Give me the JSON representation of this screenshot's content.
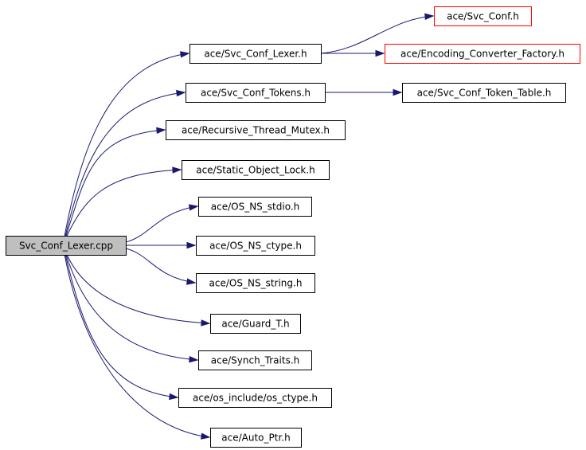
{
  "graph": {
    "nodes": [
      {
        "id": "n0",
        "label": "Svc_Conf_Lexer.cpp",
        "root": true
      },
      {
        "id": "n1",
        "label": "ace/Svc_Conf_Lexer.h"
      },
      {
        "id": "n2",
        "label": "ace/Svc_Conf.h",
        "border_color": "#ff0000"
      },
      {
        "id": "n3",
        "label": "ace/Encoding_Converter_Factory.h",
        "border_color": "#ff0000"
      },
      {
        "id": "n4",
        "label": "ace/Svc_Conf_Tokens.h"
      },
      {
        "id": "n5",
        "label": "ace/Svc_Conf_Token_Table.h"
      },
      {
        "id": "n6",
        "label": "ace/Recursive_Thread_Mutex.h"
      },
      {
        "id": "n7",
        "label": "ace/Static_Object_Lock.h"
      },
      {
        "id": "n8",
        "label": "ace/OS_NS_stdio.h"
      },
      {
        "id": "n9",
        "label": "ace/OS_NS_ctype.h"
      },
      {
        "id": "n10",
        "label": "ace/OS_NS_string.h"
      },
      {
        "id": "n11",
        "label": "ace/Guard_T.h"
      },
      {
        "id": "n12",
        "label": "ace/Synch_Traits.h"
      },
      {
        "id": "n13",
        "label": "ace/os_include/os_ctype.h"
      },
      {
        "id": "n14",
        "label": "ace/Auto_Ptr.h"
      }
    ],
    "edges": [
      {
        "from": "n0",
        "to": "n1"
      },
      {
        "from": "n0",
        "to": "n4"
      },
      {
        "from": "n0",
        "to": "n6"
      },
      {
        "from": "n0",
        "to": "n7"
      },
      {
        "from": "n0",
        "to": "n8"
      },
      {
        "from": "n0",
        "to": "n9"
      },
      {
        "from": "n0",
        "to": "n10"
      },
      {
        "from": "n0",
        "to": "n11"
      },
      {
        "from": "n0",
        "to": "n12"
      },
      {
        "from": "n0",
        "to": "n13"
      },
      {
        "from": "n0",
        "to": "n14"
      },
      {
        "from": "n1",
        "to": "n2"
      },
      {
        "from": "n1",
        "to": "n3"
      },
      {
        "from": "n4",
        "to": "n5"
      }
    ],
    "colors": {
      "edge": "#191970",
      "root_fill": "#bfbfbf",
      "node_fill": "#ffffff",
      "node_border": "#000000",
      "external_border": "#ff0000"
    }
  }
}
